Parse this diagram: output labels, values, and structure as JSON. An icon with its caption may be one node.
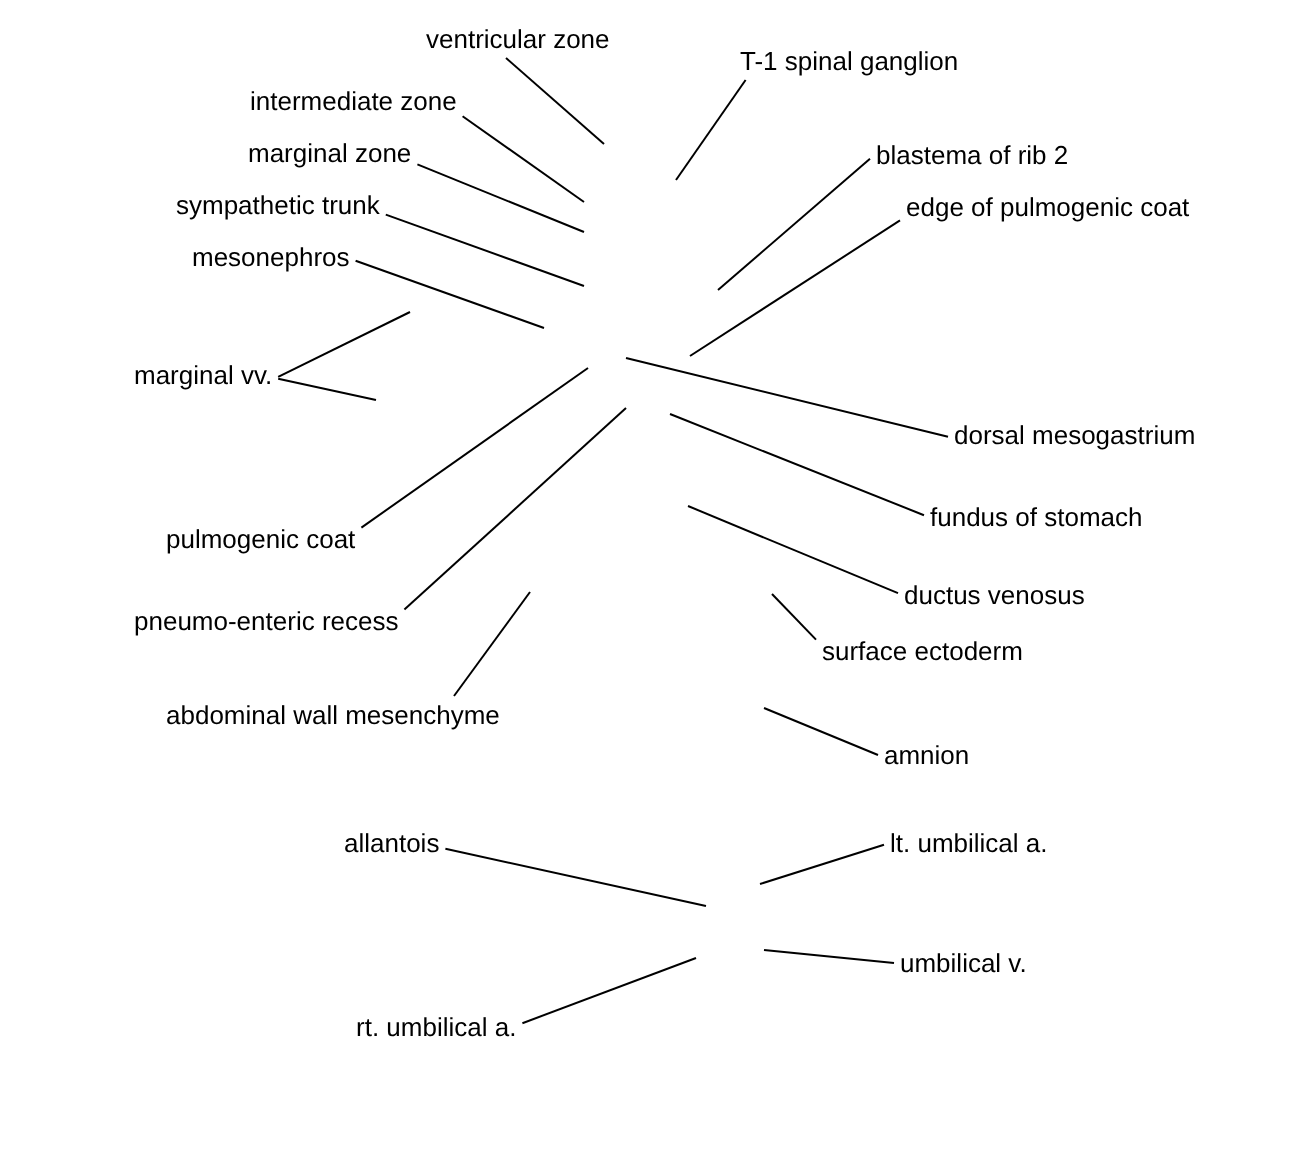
{
  "diagram": {
    "nodes": [
      {
        "text": [
          "ventricular zone"
        ]
      },
      {
        "text": [
          "T-1 spinal ganglion"
        ]
      },
      {
        "text": [
          "intermediate zone"
        ]
      },
      {
        "text": [
          "marginal zone"
        ]
      },
      {
        "text": [
          "blastema of rib 2"
        ]
      },
      {
        "text": [
          "sympathetic trunk"
        ]
      },
      {
        "text": [
          "edge of pulmogenic coat"
        ]
      },
      {
        "text": [
          "mesonephros"
        ]
      },
      {
        "text": [
          "marginal vv."
        ]
      },
      {
        "text": [
          "dorsal mesogastrium"
        ]
      },
      {
        "text": [
          "fundus of stomach"
        ]
      },
      {
        "text": [
          "pulmogenic coat"
        ]
      },
      {
        "text": [
          "ductus venosus"
        ]
      },
      {
        "text": [
          "pneumo-enteric recess"
        ]
      },
      {
        "text": [
          "surface ectoderm"
        ]
      },
      {
        "text": [
          "abdominal wall mesenchyme"
        ]
      },
      {
        "text": [
          "amnion"
        ]
      },
      {
        "text": [
          "allantois"
        ]
      },
      {
        "text": [
          "lt. umbilical a."
        ]
      },
      {
        "text": [
          "umbilical v."
        ]
      },
      {
        "text": [
          "rt. umbilical a."
        ]
      }
    ],
    "edges": [
      {
        "from": 0,
        "to": null,
        "arrow": "none"
      },
      {
        "from": 1,
        "to": null,
        "arrow": "none"
      },
      {
        "from": 2,
        "to": null,
        "arrow": "none"
      },
      {
        "from": 3,
        "to": null,
        "arrow": "none"
      },
      {
        "from": 4,
        "to": null,
        "arrow": "none"
      },
      {
        "from": 5,
        "to": null,
        "arrow": "none"
      },
      {
        "from": 6,
        "to": null,
        "arrow": "none"
      },
      {
        "from": 7,
        "to": null,
        "arrow": "none"
      },
      {
        "from": 8,
        "to": null,
        "arrow": "none"
      },
      {
        "from": 8,
        "to": null,
        "arrow": "none"
      },
      {
        "from": 9,
        "to": null,
        "arrow": "none"
      },
      {
        "from": 10,
        "to": null,
        "arrow": "none"
      },
      {
        "from": 11,
        "to": null,
        "arrow": "none"
      },
      {
        "from": 12,
        "to": null,
        "arrow": "none"
      },
      {
        "from": 13,
        "to": null,
        "arrow": "none"
      },
      {
        "from": 14,
        "to": null,
        "arrow": "none"
      },
      {
        "from": 15,
        "to": null,
        "arrow": "none"
      },
      {
        "from": 16,
        "to": null,
        "arrow": "none"
      },
      {
        "from": 17,
        "to": null,
        "arrow": "none"
      },
      {
        "from": 18,
        "to": null,
        "arrow": "none"
      },
      {
        "from": 19,
        "to": null,
        "arrow": "none"
      },
      {
        "from": 20,
        "to": null,
        "arrow": "none"
      }
    ]
  }
}
